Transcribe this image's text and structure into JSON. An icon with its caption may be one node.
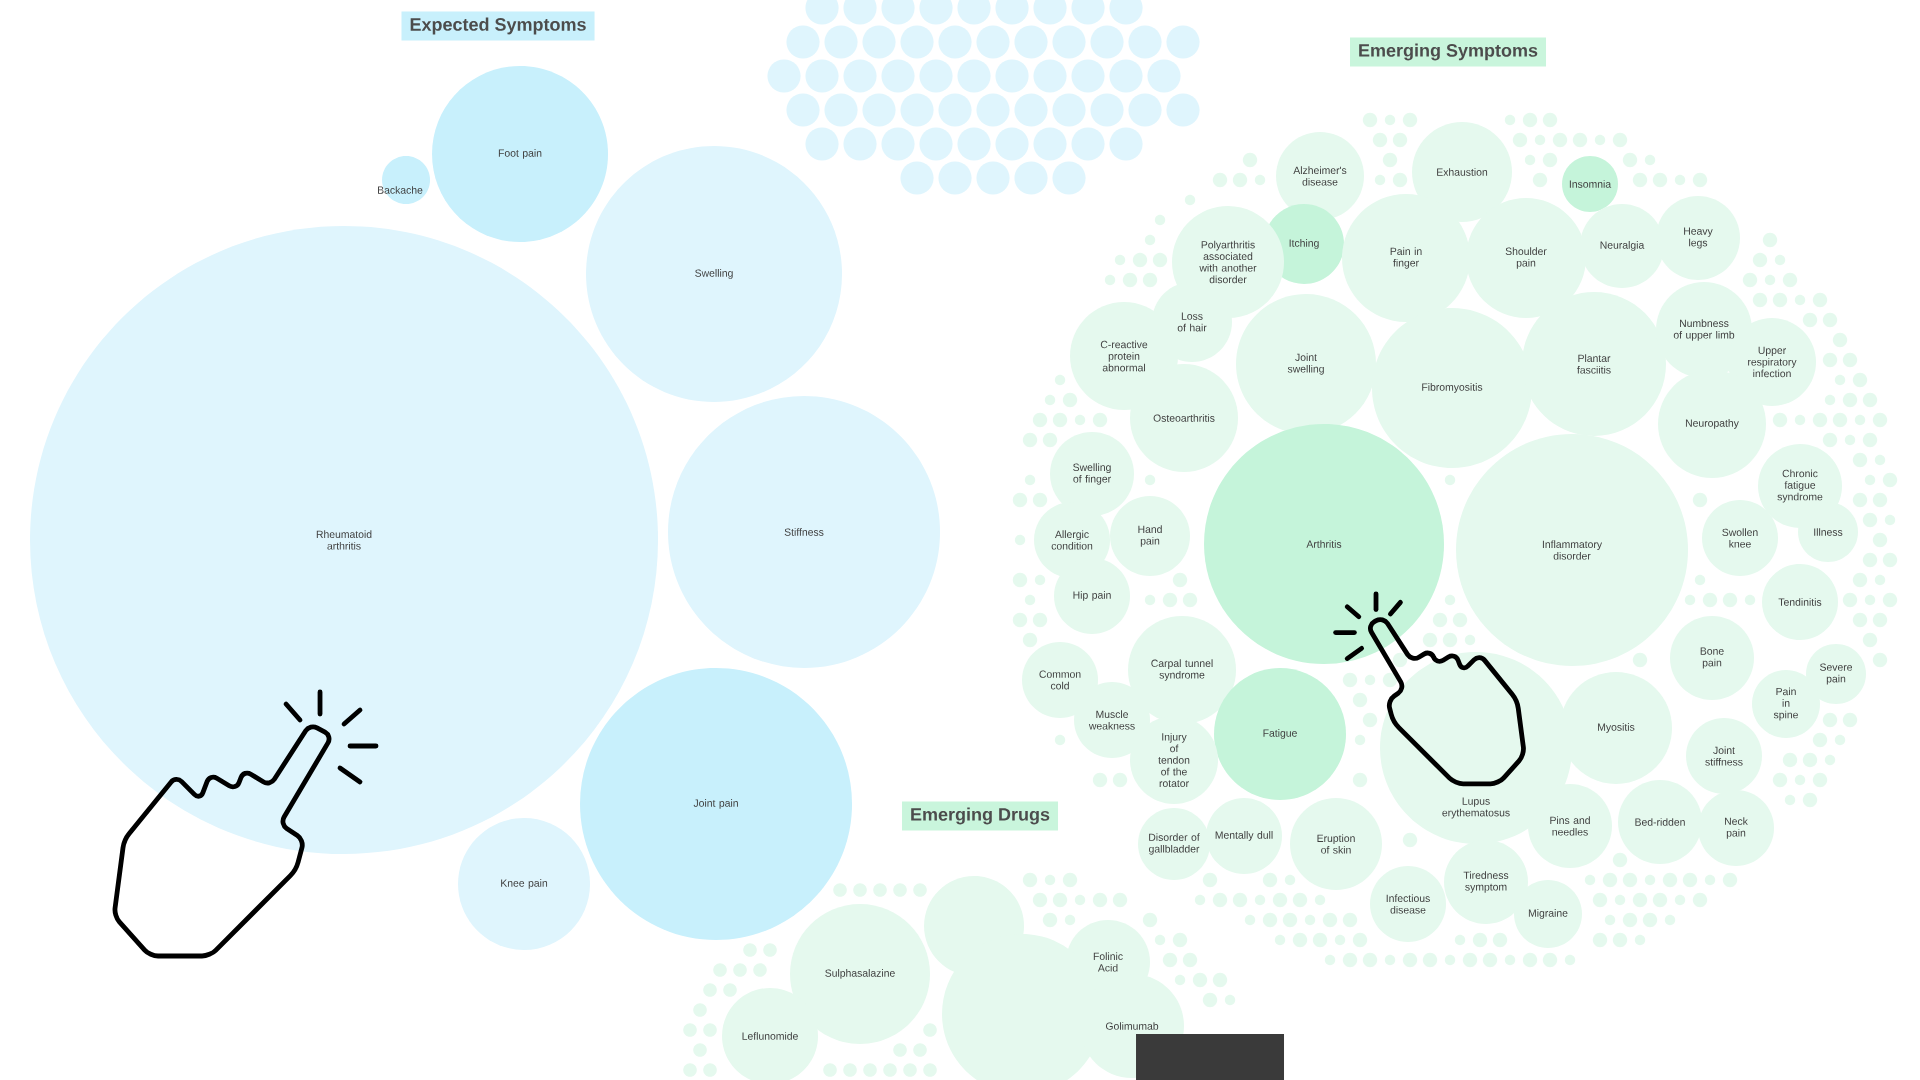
{
  "diagram": {
    "nodes": [
      {
        "text": [
          "Backache"
        ]
      },
      {
        "text": [
          "Foot pain"
        ]
      },
      {
        "text": [
          "Swelling"
        ]
      },
      {
        "text": [
          "Rheumatoid arthritis"
        ]
      },
      {
        "text": [
          "Stiffness"
        ]
      },
      {
        "text": [
          "Joint pain"
        ]
      },
      {
        "text": [
          "Knee pain"
        ]
      },
      {
        "text": [
          "Alzheimer's disease"
        ]
      },
      {
        "text": [
          "Exhaustion"
        ]
      },
      {
        "text": [
          "Insomnia"
        ]
      },
      {
        "text": [
          "Itching"
        ]
      },
      {
        "text": [
          "Polyarthritis associated with another disorder"
        ]
      },
      {
        "text": [
          "Pain in finger"
        ]
      },
      {
        "text": [
          "Shoulder pain"
        ]
      },
      {
        "text": [
          "Neuralgia"
        ]
      },
      {
        "text": [
          "Heavy legs"
        ]
      },
      {
        "text": [
          "Loss of hair"
        ]
      },
      {
        "text": [
          "Joint swelling"
        ]
      },
      {
        "text": [
          "C-reactive protein abnormal"
        ]
      },
      {
        "text": [
          "Fibromyositis"
        ]
      },
      {
        "text": [
          "Plantar fasciitis"
        ]
      },
      {
        "text": [
          "Numbness of upper limb"
        ]
      },
      {
        "text": [
          "Upper respiratory infection"
        ]
      },
      {
        "text": [
          "Osteoarthritis"
        ]
      },
      {
        "text": [
          "Neuropathy"
        ]
      },
      {
        "text": [
          "Swelling of finger"
        ]
      },
      {
        "text": [
          "Arthritis"
        ]
      },
      {
        "text": [
          "Inflammatory disorder"
        ]
      },
      {
        "text": [
          "Chronic fatigue syndrome"
        ]
      },
      {
        "text": [
          "Allergic condition"
        ]
      },
      {
        "text": [
          "Hand pain"
        ]
      },
      {
        "text": [
          "Swollen knee"
        ]
      },
      {
        "text": [
          "Illness"
        ]
      },
      {
        "text": [
          "Hip pain"
        ]
      },
      {
        "text": [
          "Tendinitis"
        ]
      },
      {
        "text": [
          "Carpal tunnel syndrome"
        ]
      },
      {
        "text": [
          "Common cold"
        ]
      },
      {
        "text": [
          "Bone pain"
        ]
      },
      {
        "text": [
          "Severe pain"
        ]
      },
      {
        "text": [
          "Muscle weakness"
        ]
      },
      {
        "text": [
          "Fatigue"
        ]
      },
      {
        "text": [
          "Lupus erythematosus"
        ]
      },
      {
        "text": [
          "Myositis"
        ]
      },
      {
        "text": [
          "Pain in spine"
        ]
      },
      {
        "text": [
          "Joint stiffness"
        ]
      },
      {
        "text": [
          "Injury of tendon of the rotator"
        ]
      },
      {
        "text": [
          "Disorder of gallbladder"
        ]
      },
      {
        "text": [
          "Mentally dull"
        ]
      },
      {
        "text": [
          "Eruption of skin"
        ]
      },
      {
        "text": [
          "Pins and needles"
        ]
      },
      {
        "text": [
          "Bed-ridden"
        ]
      },
      {
        "text": [
          "Neck pain"
        ]
      },
      {
        "text": [
          "Tiredness symptom"
        ]
      },
      {
        "text": [
          "Infectious disease"
        ]
      },
      {
        "text": [
          "Migraine"
        ]
      },
      {
        "text": [],
        "shape": "circle"
      },
      {
        "text": [
          "Sulphasalazine"
        ]
      },
      {
        "text": [
          "Folinic Acid"
        ]
      },
      {
        "text": [
          "Leflunomide"
        ]
      },
      {
        "text": [],
        "shape": "circle"
      },
      {
        "text": [
          "Golimumab"
        ]
      },
      {
        "text": [],
        "shape": "box"
      }
    ],
    "labels": [
      "Expected Symptoms",
      "Emerging Symptoms",
      "Emerging Drugs"
    ]
  }
}
